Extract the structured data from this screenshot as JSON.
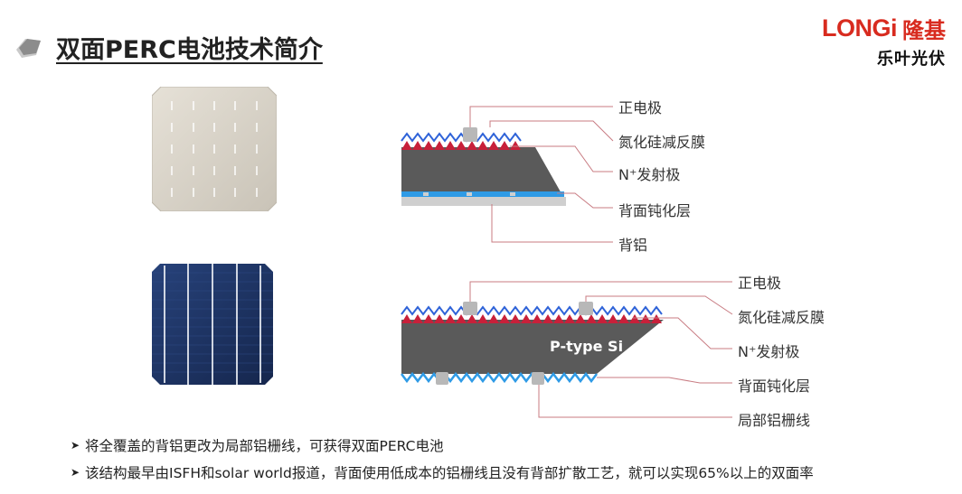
{
  "title": "双面PERC电池技术简介",
  "logo": {
    "brand_en": "LONGi",
    "brand_cn": "隆基",
    "sub": "乐叶光伏"
  },
  "colors": {
    "accent_red": "#d82b1f",
    "nitride_red": "#c8203a",
    "passivation_blue": "#2f9be6",
    "silicon_gray": "#595959",
    "wafer_blue": "#1c3363"
  },
  "top_diagram": {
    "labels": [
      "正电极",
      "氮化硅减反膜",
      "N⁺发射极",
      "背面钝化层",
      "背铝"
    ]
  },
  "bottom_diagram": {
    "substrate_label": "P-type Si",
    "labels": [
      "正电极",
      "氮化硅减反膜",
      "N⁺发射极",
      "背面钝化层",
      "局部铝栅线"
    ]
  },
  "bullets": [
    "将全覆盖的背铝更改为局部铝栅线，可获得双面PERC电池",
    "该结构最早由ISFH和solar world报道，背面使用低成本的铝栅线且没有背部扩散工艺，就可以实现65%以上的双面率"
  ]
}
